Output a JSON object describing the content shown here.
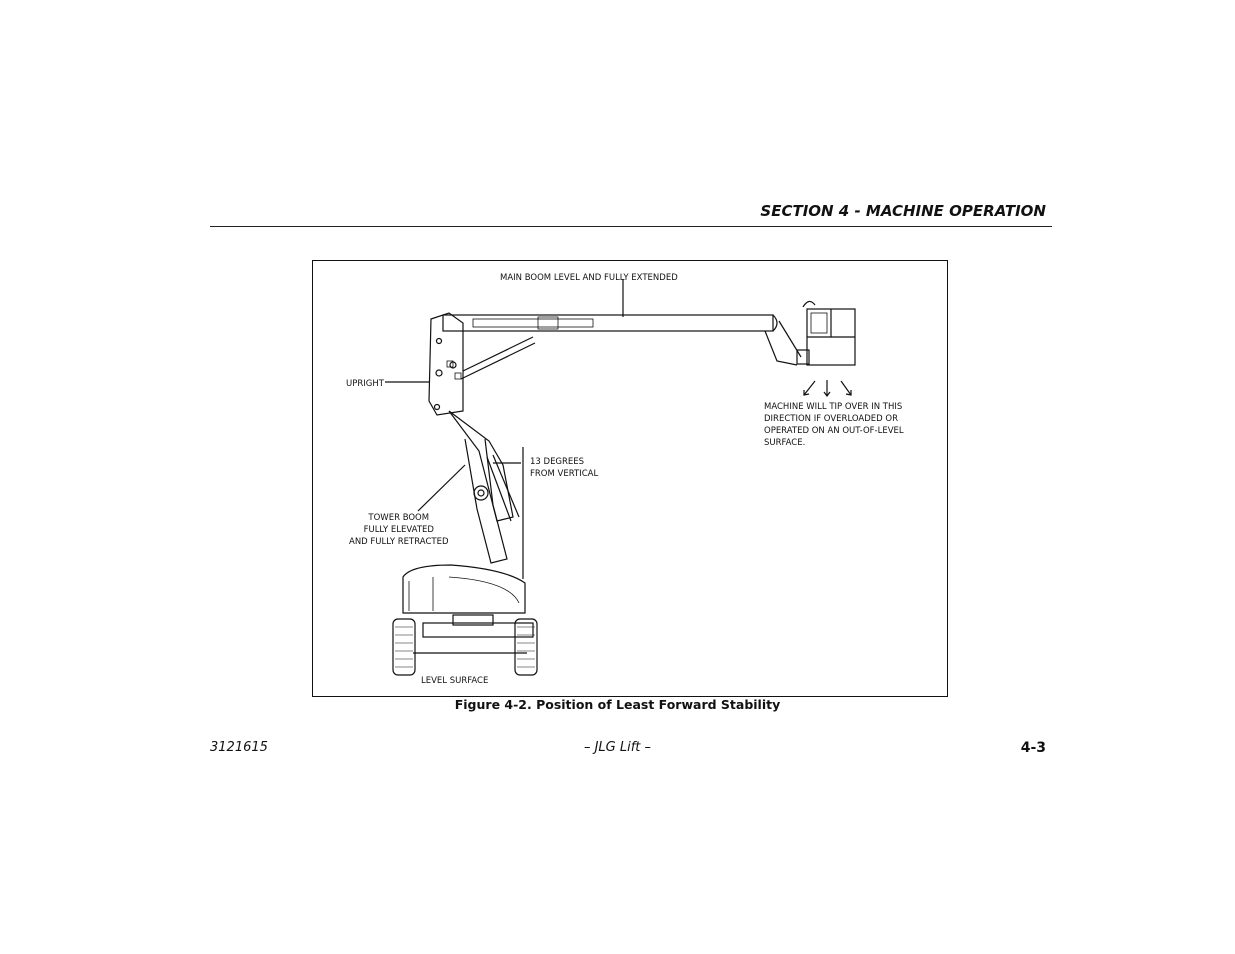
{
  "header": {
    "section_title": "SECTION 4 - MACHINE OPERATION"
  },
  "figure": {
    "labels": {
      "main_boom": "MAIN BOOM LEVEL AND FULLY EXTENDED",
      "upright": "UPRIGHT",
      "tip_warning": "MACHINE WILL TIP OVER IN THIS\nDIRECTION IF OVERLOADED OR\nOPERATED ON AN OUT-OF-LEVEL\nSURFACE.",
      "degrees": "13 DEGREES\nFROM VERTICAL",
      "tower_boom": "TOWER BOOM\nFULLY ELEVATED\nAND FULLY RETRACTED",
      "level_surface": "LEVEL SURFACE"
    },
    "caption": "Figure 4-2. Position of Least Forward Stability"
  },
  "footer": {
    "doc_number": "3121615",
    "center": "– JLG Lift –",
    "page": "4-3"
  }
}
